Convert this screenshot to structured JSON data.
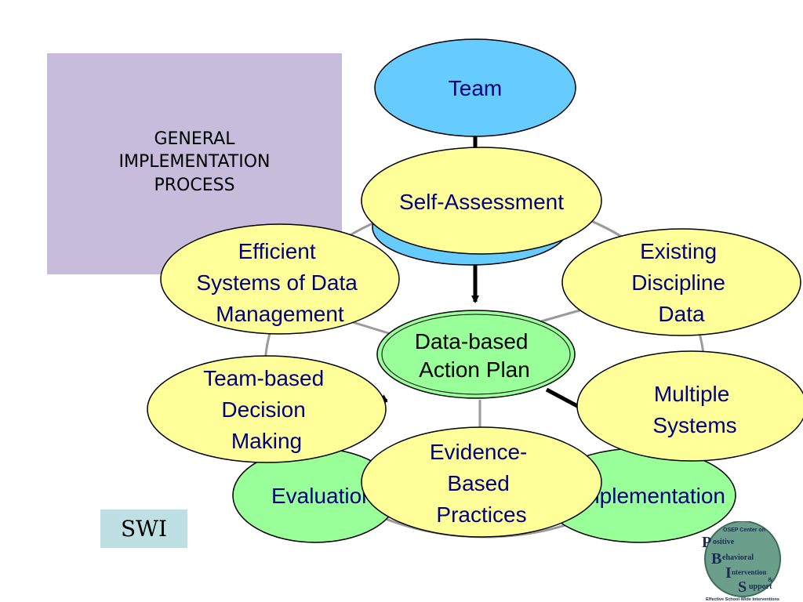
{
  "title": "GENERAL\nIMPLEMENTATION\nPROCESS",
  "nodes": {
    "team": "Team",
    "self_assessment": "Self-Assessment",
    "efficient_systems": [
      "Efficient",
      "Systems of Data",
      "Management"
    ],
    "existing_discipline": [
      "Existing",
      "Discipline",
      "Data"
    ],
    "action_plan": [
      "Data-based",
      "Action Plan"
    ],
    "team_decision": [
      "Team-based",
      "Decision",
      "Making"
    ],
    "multiple_systems": [
      "Multiple",
      "Systems"
    ],
    "evaluation": "Evaluation",
    "implementation": "Implementation",
    "evidence_based": [
      "Evidence-",
      "Based",
      "Practices"
    ]
  },
  "swi_label": "SWI",
  "logo": {
    "header": "OSEP Center on",
    "words": [
      "ositive",
      "ehavioral",
      "ntervention",
      "&",
      "upport"
    ],
    "letters": [
      "P",
      "B",
      "I",
      "S"
    ],
    "footer": "Effective School-Wide Interventions"
  },
  "colors": {
    "blue": "#66ccff",
    "yellow": "#ffff99",
    "green": "#99ff99",
    "purple": "#c7bcdc",
    "text_navy": "#000080"
  }
}
